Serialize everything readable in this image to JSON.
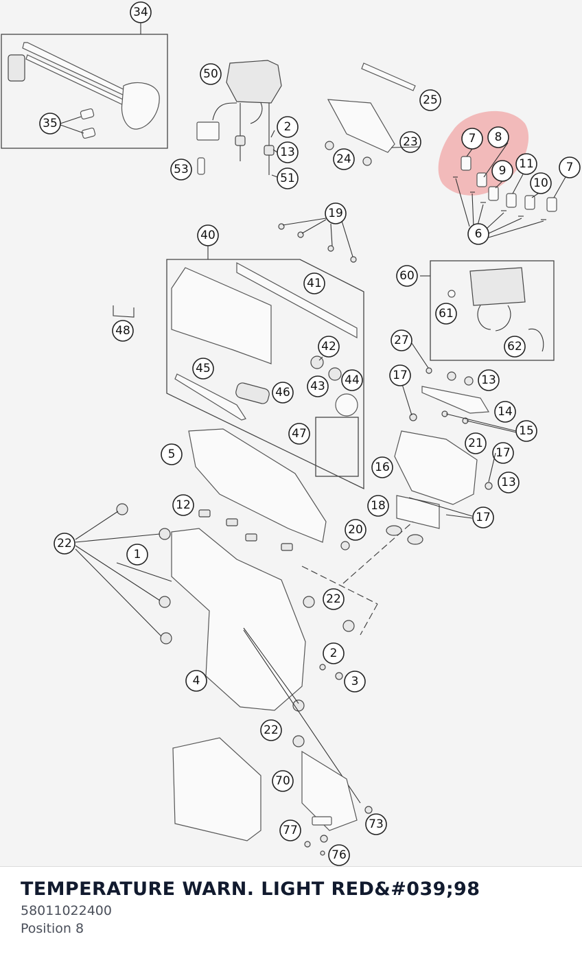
{
  "diagram": {
    "callouts": [
      {
        "id": "c34",
        "label": "34"
      },
      {
        "id": "c50",
        "label": "50"
      },
      {
        "id": "c25",
        "label": "25"
      },
      {
        "id": "c35",
        "label": "35"
      },
      {
        "id": "c2a",
        "label": "2"
      },
      {
        "id": "c23",
        "label": "23"
      },
      {
        "id": "c13a",
        "label": "13"
      },
      {
        "id": "c24",
        "label": "24"
      },
      {
        "id": "c53",
        "label": "53"
      },
      {
        "id": "c51",
        "label": "51"
      },
      {
        "id": "c7a",
        "label": "7"
      },
      {
        "id": "c8",
        "label": "8"
      },
      {
        "id": "c9",
        "label": "9"
      },
      {
        "id": "c11",
        "label": "11"
      },
      {
        "id": "c10",
        "label": "10"
      },
      {
        "id": "c7b",
        "label": "7"
      },
      {
        "id": "c6",
        "label": "6"
      },
      {
        "id": "c19",
        "label": "19"
      },
      {
        "id": "c40",
        "label": "40"
      },
      {
        "id": "c60",
        "label": "60"
      },
      {
        "id": "c41",
        "label": "41"
      },
      {
        "id": "c61",
        "label": "61"
      },
      {
        "id": "c48",
        "label": "48"
      },
      {
        "id": "c62",
        "label": "62"
      },
      {
        "id": "c42",
        "label": "42"
      },
      {
        "id": "c27",
        "label": "27"
      },
      {
        "id": "c45",
        "label": "45"
      },
      {
        "id": "c17a",
        "label": "17"
      },
      {
        "id": "c13b",
        "label": "13"
      },
      {
        "id": "c43",
        "label": "43"
      },
      {
        "id": "c44",
        "label": "44"
      },
      {
        "id": "c46",
        "label": "46"
      },
      {
        "id": "c14",
        "label": "14"
      },
      {
        "id": "c15",
        "label": "15"
      },
      {
        "id": "c47",
        "label": "47"
      },
      {
        "id": "c21",
        "label": "21"
      },
      {
        "id": "c5",
        "label": "5"
      },
      {
        "id": "c17b",
        "label": "17"
      },
      {
        "id": "c16",
        "label": "16"
      },
      {
        "id": "c13c",
        "label": "13"
      },
      {
        "id": "c12",
        "label": "12"
      },
      {
        "id": "c18",
        "label": "18"
      },
      {
        "id": "c17c",
        "label": "17"
      },
      {
        "id": "c20",
        "label": "20"
      },
      {
        "id": "c22a",
        "label": "22"
      },
      {
        "id": "c1",
        "label": "1"
      },
      {
        "id": "c22b",
        "label": "22"
      },
      {
        "id": "c2b",
        "label": "2"
      },
      {
        "id": "c3",
        "label": "3"
      },
      {
        "id": "c4",
        "label": "4"
      },
      {
        "id": "c22c",
        "label": "22"
      },
      {
        "id": "c70",
        "label": "70"
      },
      {
        "id": "c73",
        "label": "73"
      },
      {
        "id": "c77",
        "label": "77"
      },
      {
        "id": "c76",
        "label": "76"
      }
    ],
    "highlight_color": "#f08a8a",
    "highlighted_position": "8"
  },
  "caption": {
    "title": "TEMPERATURE WARN. LIGHT RED&#039;98",
    "part_number": "58011022400",
    "position": "Position 8"
  }
}
